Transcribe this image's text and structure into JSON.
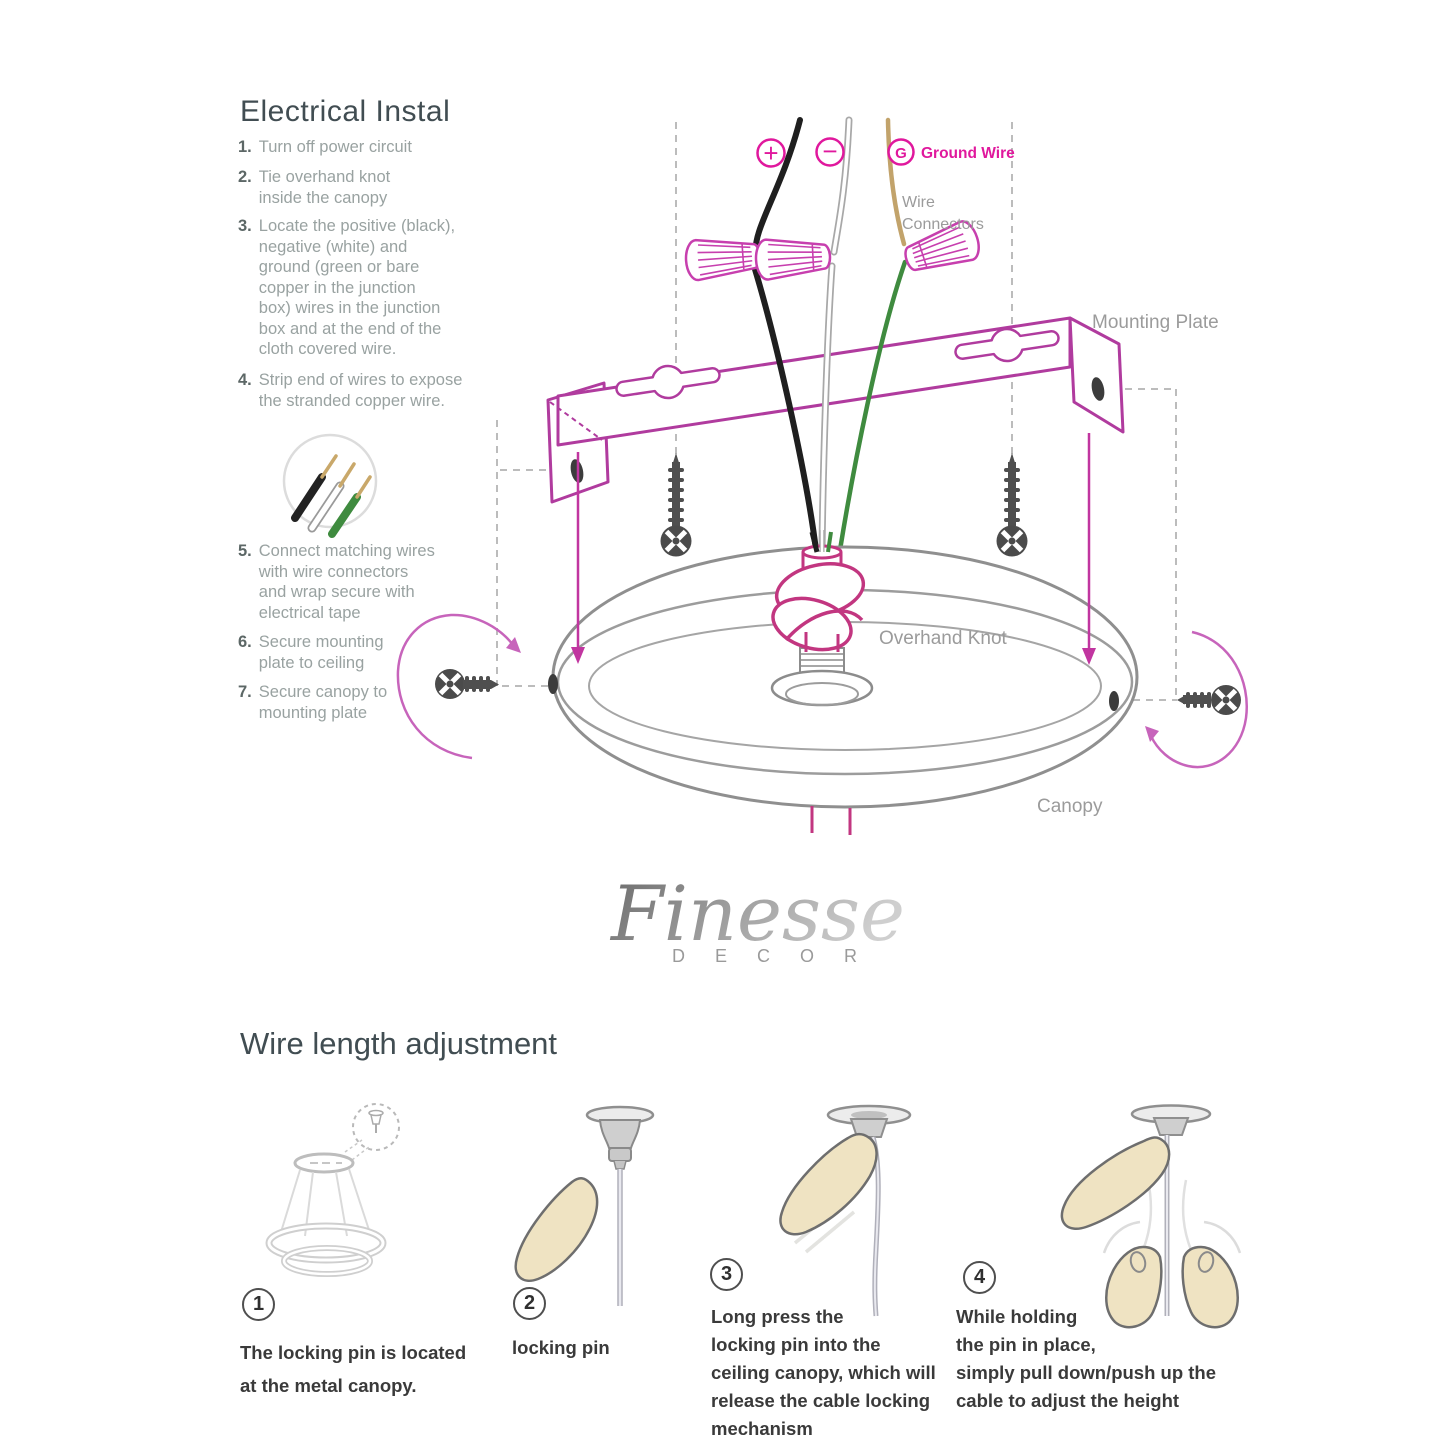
{
  "colors": {
    "accent_magenta": "#b03b9e",
    "bright_magenta": "#e0189d",
    "knot_pink": "#c23680",
    "green_wire": "#3f8b3f",
    "tan_wire": "#c2a36b",
    "label_gray": "#9b9b9b",
    "title_slate": "#414d52"
  },
  "electrical": {
    "title": "Electrical Instal",
    "steps": [
      {
        "num": "1.",
        "text": "Turn off power circuit"
      },
      {
        "num": "2.",
        "text": "Tie overhand knot\ninside the canopy"
      },
      {
        "num": "3.",
        "text": "Locate the positive (black),\nnegative (white) and\nground (green or bare\ncopper in the junction\nbox) wires in the junction\nbox and at the end of the\ncloth covered wire."
      },
      {
        "num": "4.",
        "text": "Strip end of wires to expose\nthe stranded copper wire."
      },
      {
        "num": "5.",
        "text": "Connect matching wires\nwith wire connectors\nand wrap secure with\nelectrical tape"
      },
      {
        "num": "6.",
        "text": "Secure mounting\nplate to ceiling"
      },
      {
        "num": "7.",
        "text": "Secure canopy to\nmounting plate"
      }
    ],
    "labels": {
      "plus": "+",
      "minus": "−",
      "ground_g": "G",
      "ground_wire": "Ground Wire",
      "wire_connectors": [
        "Wire",
        "Connectors"
      ],
      "mounting_plate": "Mounting Plate",
      "overhand_knot": "Overhand Knot",
      "canopy": "Canopy"
    }
  },
  "logo": {
    "name": "Finesse",
    "subtitle": "DECOR"
  },
  "adjustment": {
    "title": "Wire length adjustment",
    "items": [
      {
        "num": "1",
        "caption": "The locking pin is located\nat the metal canopy."
      },
      {
        "num": "2",
        "caption": "locking pin"
      },
      {
        "num": "3",
        "caption": "Long press the\nlocking pin into the\nceiling canopy, which will\nrelease the cable locking\nmechanism"
      },
      {
        "num": "4",
        "caption": "While holding\nthe pin in place,\nsimply pull down/push up the\ncable to adjust the height"
      }
    ]
  }
}
